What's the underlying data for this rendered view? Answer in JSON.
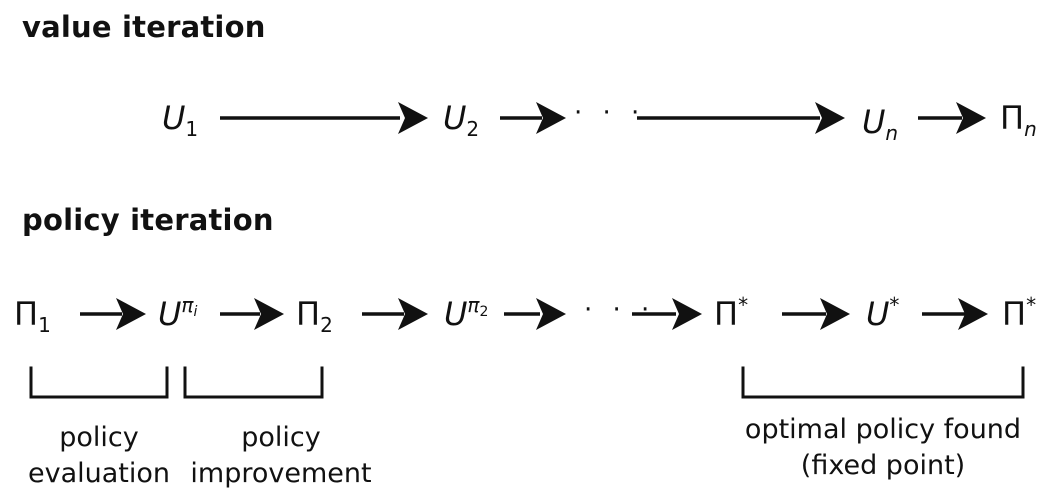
{
  "value_iteration": {
    "title": "value iteration",
    "nodes": [
      {
        "base": "U",
        "sub": "1"
      },
      {
        "base": "U",
        "sub": "2"
      },
      {
        "base": "U",
        "sub": "n"
      },
      {
        "base": "Π",
        "sub": "n"
      }
    ],
    "ellipsis": "· · ·"
  },
  "policy_iteration": {
    "title": "policy iteration",
    "nodes": [
      {
        "base": "Π",
        "sub": "1"
      },
      {
        "base": "U",
        "sup": "π",
        "supsub": "i"
      },
      {
        "base": "Π",
        "sub": "2"
      },
      {
        "base": "U",
        "sup": "π",
        "supsub": "2"
      },
      {
        "base": "Π",
        "sup": "*"
      },
      {
        "base": "U",
        "sup": "*"
      },
      {
        "base": "Π",
        "sup": "*"
      }
    ],
    "ellipsis": "· · ·",
    "captions": {
      "evaluation": [
        "policy",
        "evaluation"
      ],
      "improvement": [
        "policy",
        "improvement"
      ],
      "optimal": [
        "optimal policy found",
        "(fixed point)"
      ]
    }
  }
}
